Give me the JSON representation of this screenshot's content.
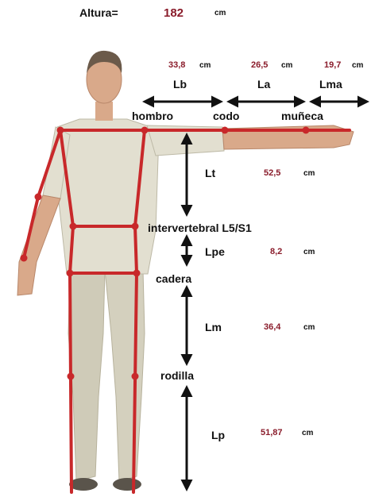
{
  "header": {
    "label": "Altura=",
    "value": "182",
    "unit": "cm"
  },
  "segments": {
    "lb": {
      "label": "Lb",
      "value": "33,8",
      "unit": "cm"
    },
    "la": {
      "label": "La",
      "value": "26,5",
      "unit": "cm"
    },
    "lma": {
      "label": "Lma",
      "value": "19,7",
      "unit": "cm"
    },
    "lt": {
      "label": "Lt",
      "value": "52,5",
      "unit": "cm"
    },
    "lpe": {
      "label": "Lpe",
      "value": "8,2",
      "unit": "cm"
    },
    "lm": {
      "label": "Lm",
      "value": "36,4",
      "unit": "cm"
    },
    "lp": {
      "label": "Lp",
      "value": "51,87",
      "unit": "cm"
    }
  },
  "joints": {
    "hombro": "hombro",
    "codo": "codo",
    "muneca": "muñeca",
    "l5s1": "intervertebral L5/S1",
    "cadera": "cadera",
    "rodilla": "rodilla"
  },
  "colors": {
    "skeleton": "#c8282a",
    "value_text": "#8a1c2b",
    "arrow": "#111111",
    "clothing": "#d9d6c6",
    "skin": "#d9a98a",
    "hair": "#6b5a4a"
  }
}
